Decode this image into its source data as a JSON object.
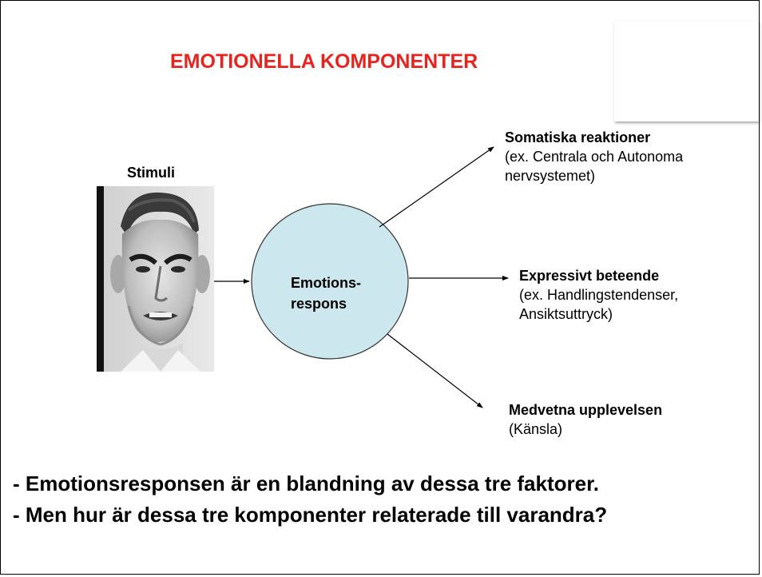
{
  "title": "EMOTIONELLA KOMPONENTER",
  "colors": {
    "title": "#e8231e",
    "ellipse_fill": "#cde7ee",
    "ellipse_stroke": "#333333"
  },
  "stimuli": {
    "label": "Stimuli",
    "image": "face-photo-icon"
  },
  "center": {
    "line1": "Emotions-",
    "line2": "respons"
  },
  "outputs": [
    {
      "head": "Somatiska reaktioner",
      "line1": "(ex. Centrala och Autonoma",
      "line2": "nervsystemet)"
    },
    {
      "head": "Expressivt beteende",
      "line1": "(ex. Handlingstendenser,",
      "line2": "Ansiktsuttryck)"
    },
    {
      "head": "Medvetna upplevelsen",
      "line1": "(Känsla)"
    }
  ],
  "conclusions": [
    "- Emotionsresponsen är en blandning av dessa tre faktorer.",
    "- Men hur är dessa tre komponenter relaterade till varandra?"
  ]
}
